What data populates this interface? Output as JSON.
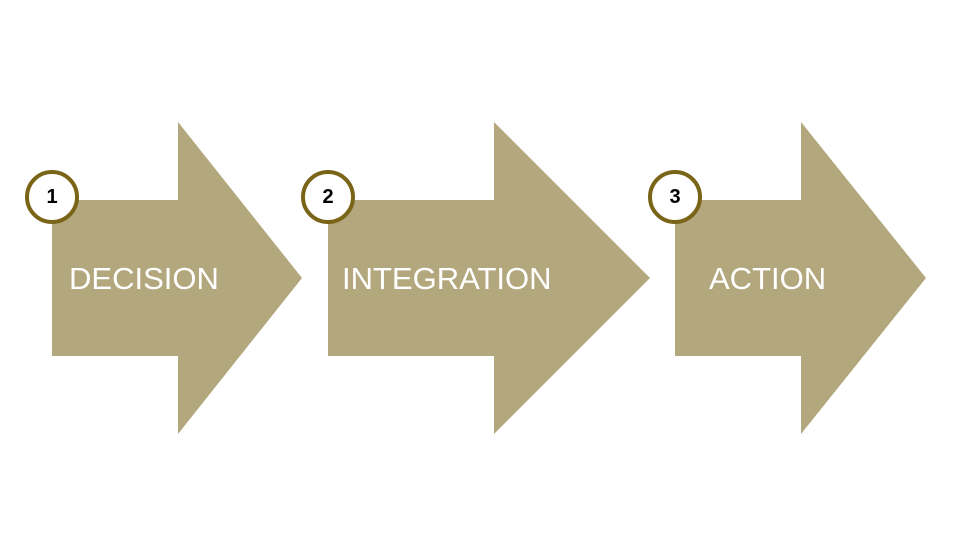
{
  "colors": {
    "arrow_fill": "#b3a77d",
    "circle_border": "#7a6418",
    "label_text": "#ffffff"
  },
  "steps": [
    {
      "number": "1",
      "label": "DECISION"
    },
    {
      "number": "2",
      "label": "INTEGRATION"
    },
    {
      "number": "3",
      "label": "ACTION"
    }
  ]
}
